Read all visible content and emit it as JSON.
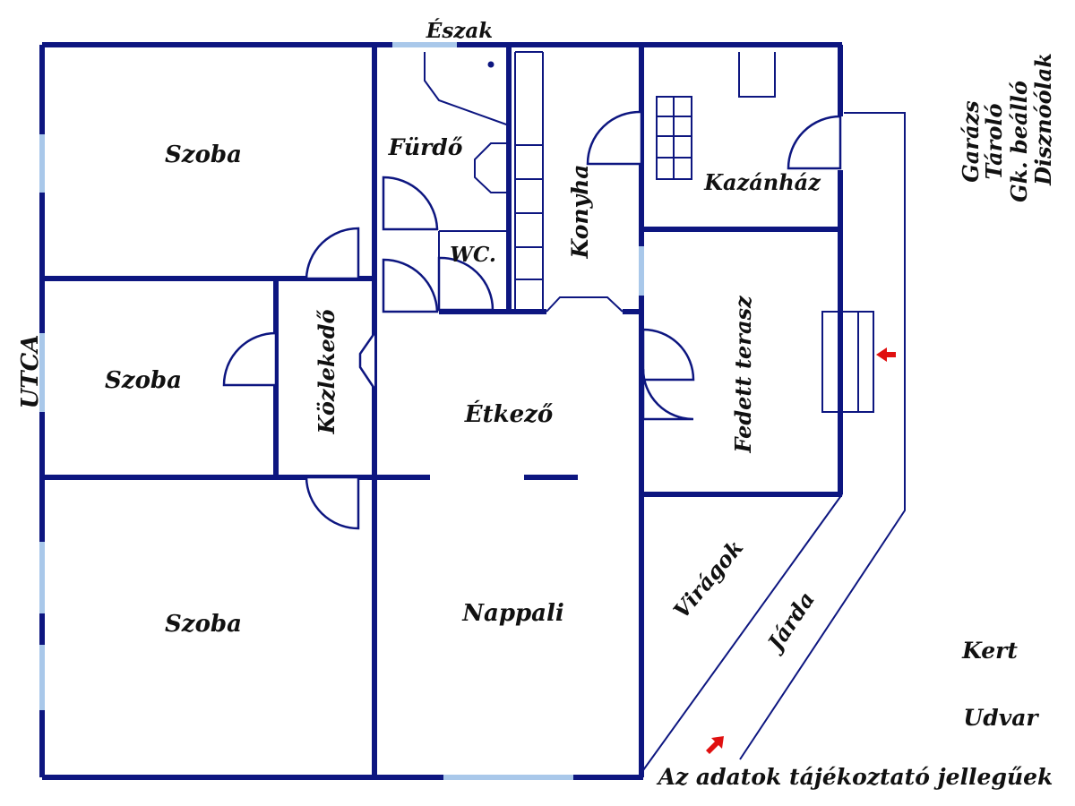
{
  "labels": {
    "north": "Észak",
    "street": "UTCA",
    "room_top_left": "Szoba",
    "room_mid_left": "Szoba",
    "room_bottom_left": "Szoba",
    "bathroom": "Fürdő",
    "wc": "WC.",
    "kitchen": "Konyha",
    "boiler_room": "Kazánház",
    "hallway": "Közlekedő",
    "dining": "Étkező",
    "covered_terrace": "Fedett terasz",
    "living_room": "Nappali",
    "flowers": "Virágok",
    "sidewalk": "Járda",
    "garage": "Garázs",
    "storage": "Tároló",
    "car_parking": "Gk. beálló",
    "pigsty": "Disznóólak",
    "garden": "Kert",
    "yard": "Udvar",
    "disclaimer": "Az adatok tájékoztató jellegűek"
  },
  "colors": {
    "wall": "#0d1680",
    "window": "#a9c8ea",
    "arrow": "#e01010",
    "text": "#111111"
  },
  "icons": {
    "entry_arrow_terrace": "red-arrow-left-icon",
    "entry_arrow_yard": "red-arrow-up-right-icon"
  }
}
